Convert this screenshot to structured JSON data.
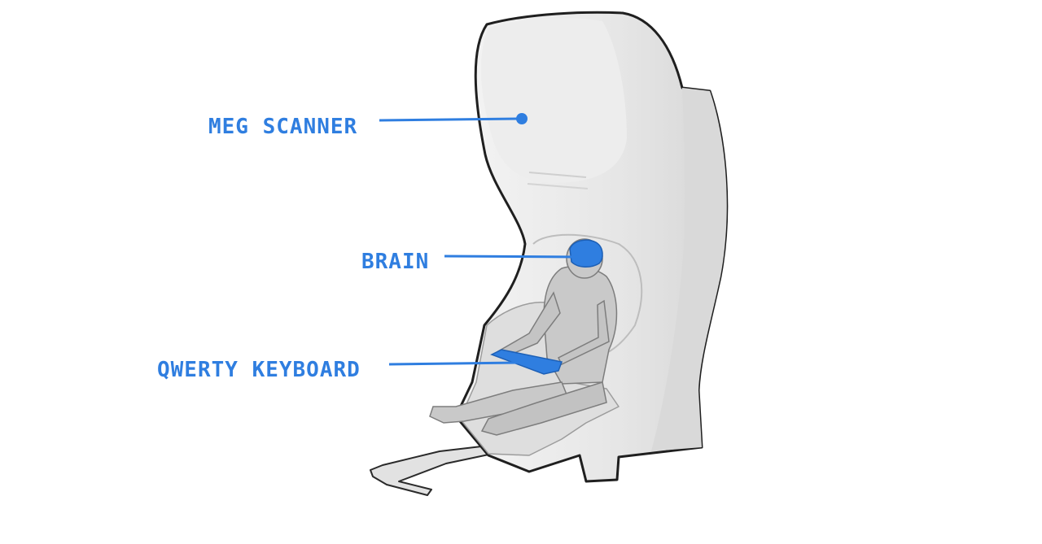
{
  "labels": {
    "meg_scanner": "MEG SCANNER",
    "brain": "BRAIN",
    "keyboard": "QWERTY KEYBOARD"
  },
  "colors": {
    "accent": "#2f7ee0",
    "outline": "#1f1f1f",
    "scanner_fill": "#e9e9e9",
    "scanner_shade": "#d8d8d8",
    "person_fill": "#c9c9c9",
    "person_stroke": "#7d7d7d"
  }
}
